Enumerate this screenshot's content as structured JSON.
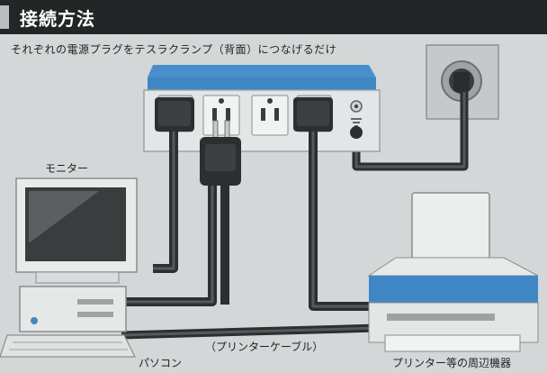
{
  "header": {
    "title": "接続方法"
  },
  "instruction": "それぞれの電源プラグをテスラクランプ（背面）につなげるだけ",
  "labels": {
    "monitor": "モニター",
    "pc": "パソコン",
    "printer_cable": "（プリンターケーブル）",
    "printer": "プリンター等の周辺機器"
  },
  "colors": {
    "background": "#d4d7d8",
    "title_bar": "#232626",
    "device_blue": "#3f86c4",
    "cable": "#2c2e2f"
  }
}
